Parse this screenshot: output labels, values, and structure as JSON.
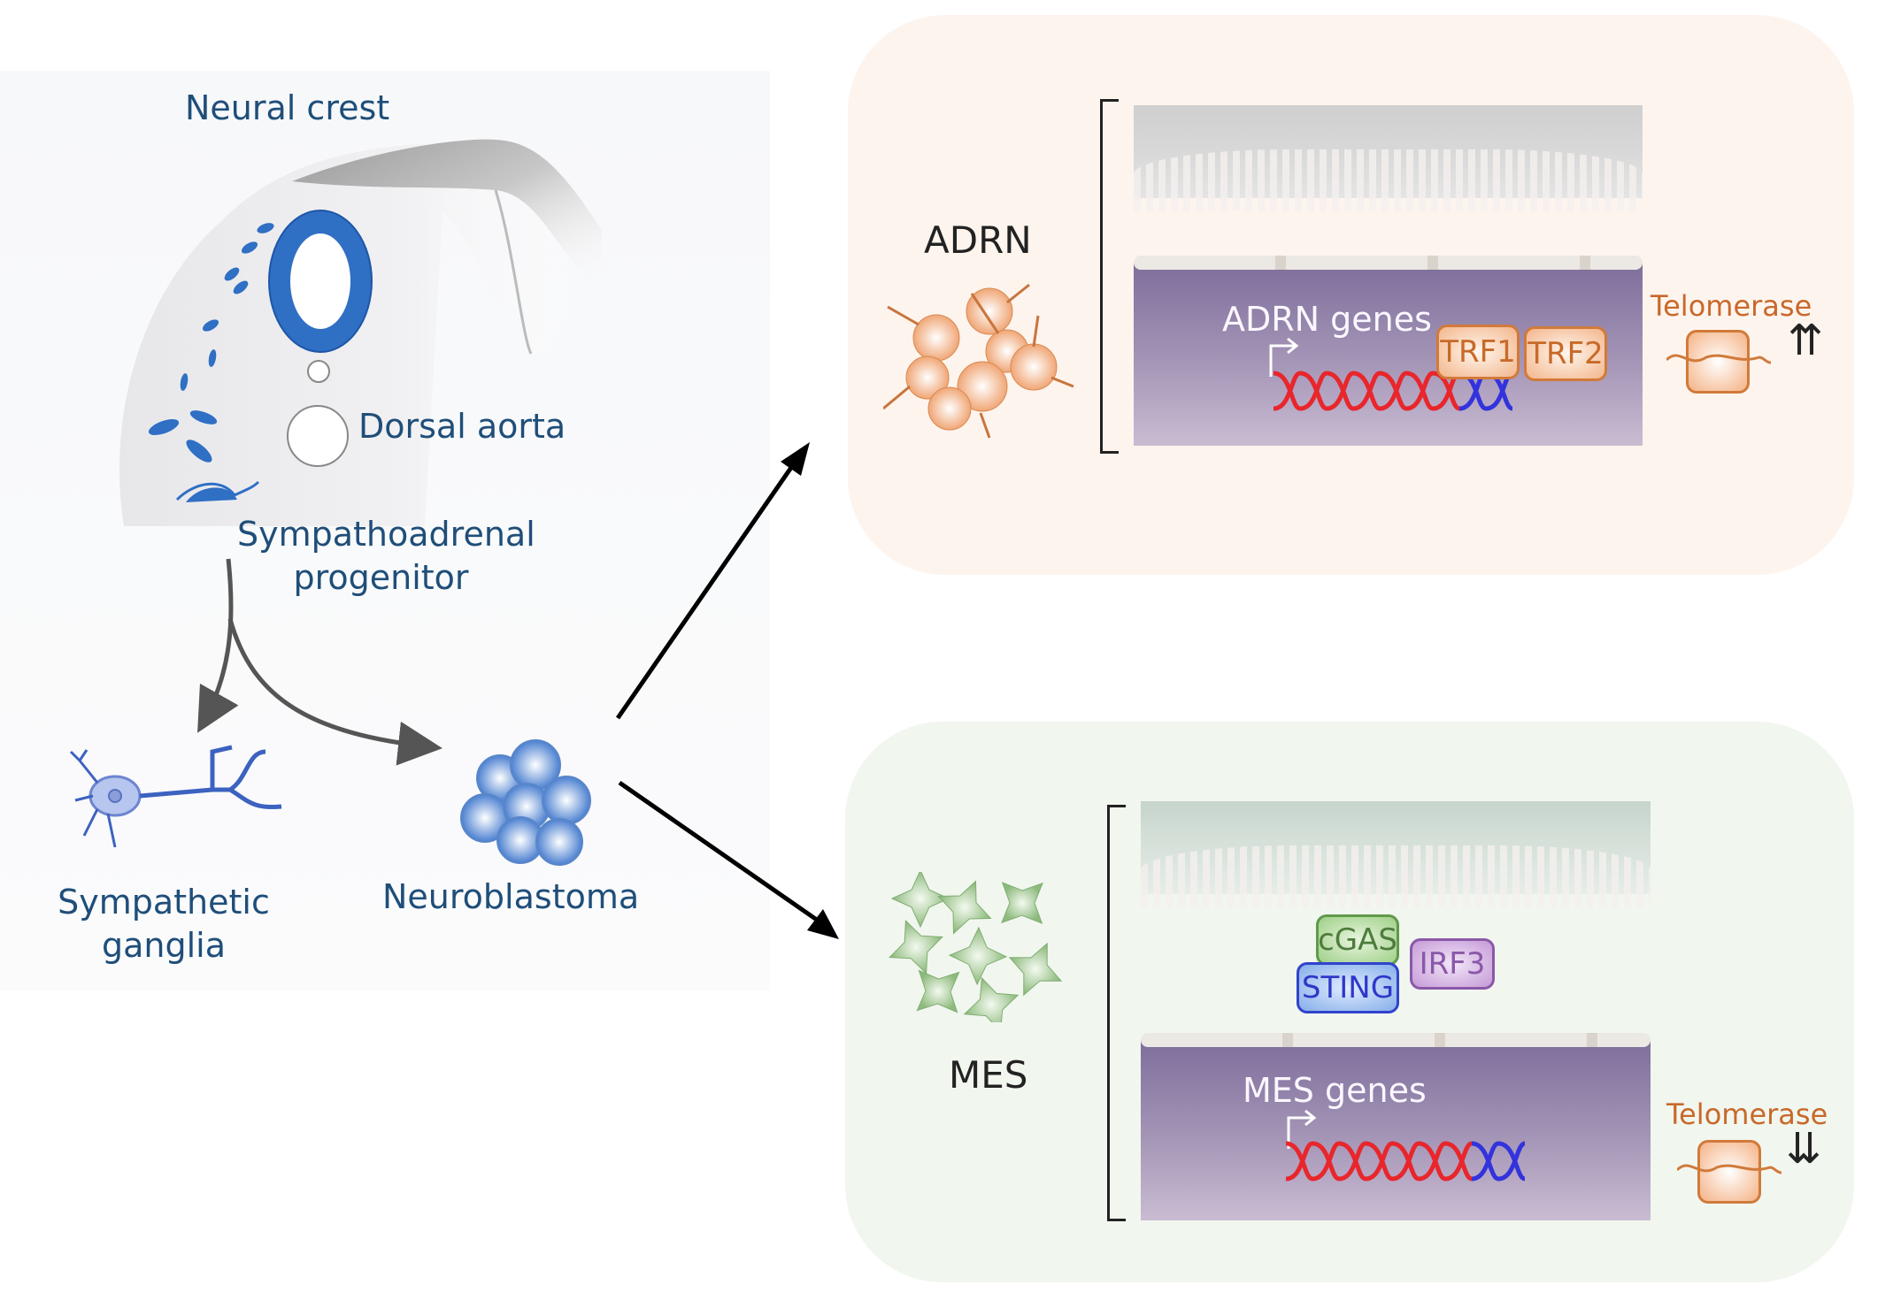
{
  "left": {
    "neural_crest_label": "Neural crest",
    "dorsal_aorta_label": "Dorsal aorta",
    "progenitor_label_line1": "Sympathoadrenal",
    "progenitor_label_line2": "progenitor",
    "ganglia_label_line1": "Sympathetic",
    "ganglia_label_line2": "ganglia",
    "neuroblastoma_label": "Neuroblastoma"
  },
  "adrn": {
    "title": "ADRN",
    "genes_label": "ADRN genes",
    "proteins": [
      "TRF1",
      "TRF2"
    ],
    "telomerase_label": "Telomerase",
    "telomerase_trend": "up",
    "trend_glyph": "⇈",
    "panel_color": "#fdf4ee",
    "cell_color": "#f2b48a"
  },
  "mes": {
    "title": "MES",
    "genes_label": "MES genes",
    "proteins": [
      "cGAS",
      "STING",
      "IRF3"
    ],
    "telomerase_label": "Telomerase",
    "telomerase_trend": "down",
    "trend_glyph": "⇊",
    "panel_color": "#f1f6ef",
    "cell_color": "#9cc48e"
  },
  "colors": {
    "label_blue": "#1f4e79",
    "cell_blue": "#2f6fc4",
    "dna_red": "#e8262c",
    "dna_blue": "#3333dd",
    "orange": "#c8692a"
  }
}
